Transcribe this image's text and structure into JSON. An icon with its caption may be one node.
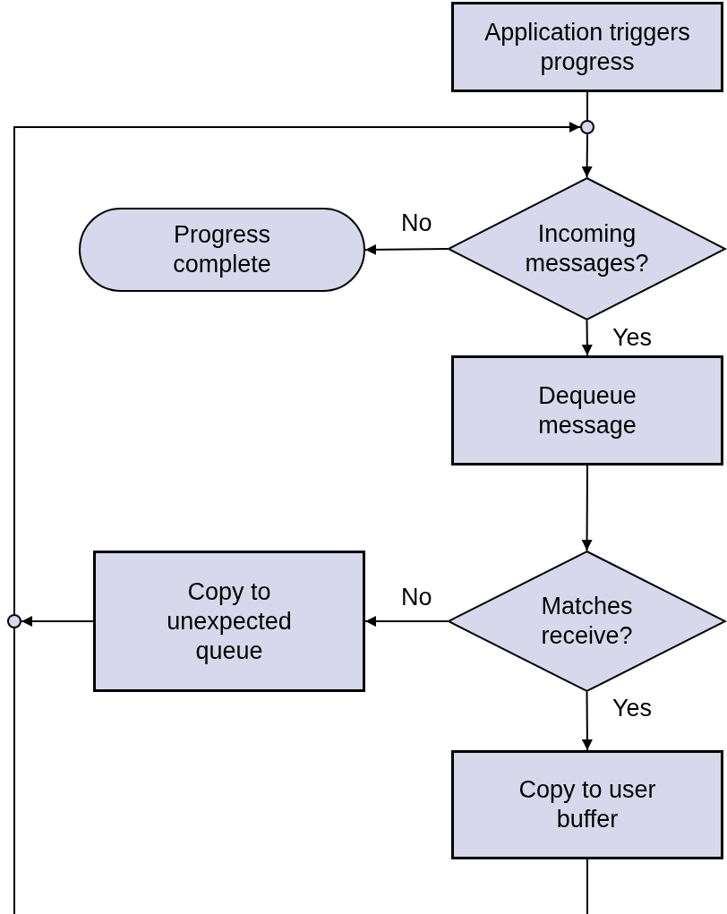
{
  "diagram": {
    "nodes": [
      {
        "text": [
          "Application triggers progress"
        ]
      },
      {
        "text": [],
        "shape": "circle"
      },
      {
        "text": [
          "Incoming messages?"
        ]
      },
      {
        "text": [
          "Progress complete"
        ]
      },
      {
        "text": [
          "Dequeue message"
        ]
      },
      {
        "text": [
          "Matches receive?"
        ]
      },
      {
        "text": [
          "Copy to unexpected queue"
        ]
      },
      {
        "text": [],
        "shape": "circle"
      },
      {
        "text": [
          "Copy to user buffer"
        ]
      }
    ],
    "edges": [
      {
        "from": 0,
        "to": 1,
        "arrow": "none"
      },
      {
        "from": 7,
        "to": 1,
        "arrow": "to"
      },
      {
        "from": 1,
        "to": 2,
        "arrow": "to"
      },
      {
        "from": 2,
        "to": 3,
        "arrow": "to",
        "label": "No"
      },
      {
        "from": 2,
        "to": 4,
        "arrow": "to",
        "label": "Yes"
      },
      {
        "from": 4,
        "to": 5,
        "arrow": "to"
      },
      {
        "from": 5,
        "to": 6,
        "arrow": "to",
        "label": "No"
      },
      {
        "from": 6,
        "to": 7,
        "arrow": "to"
      },
      {
        "from": 5,
        "to": 8,
        "arrow": "to",
        "label": "Yes"
      },
      {
        "from": 8,
        "to": null,
        "arrow": "none"
      },
      {
        "from": null,
        "to": 7,
        "arrow": "none"
      }
    ]
  }
}
